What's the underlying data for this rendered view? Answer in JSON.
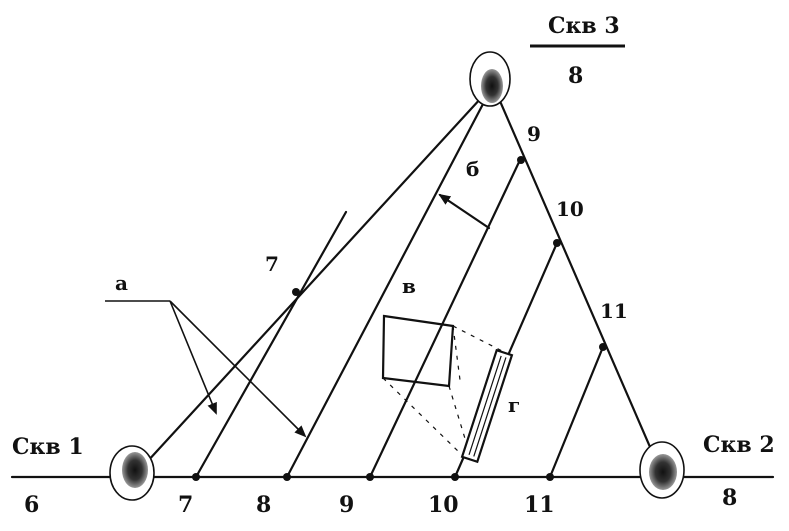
{
  "wells": {
    "well1": {
      "label": "Скв 1",
      "value": "6"
    },
    "well2": {
      "label": "Скв 2",
      "value": "8"
    },
    "well3": {
      "label": "Скв 3",
      "value": "8"
    }
  },
  "base_ticks": [
    "7",
    "8",
    "9",
    "10",
    "11"
  ],
  "left_side_tick": "7",
  "right_side_ticks": [
    "9",
    "10",
    "11"
  ],
  "annotations": {
    "a": "а",
    "b": "б",
    "v": "в",
    "g": "г"
  }
}
